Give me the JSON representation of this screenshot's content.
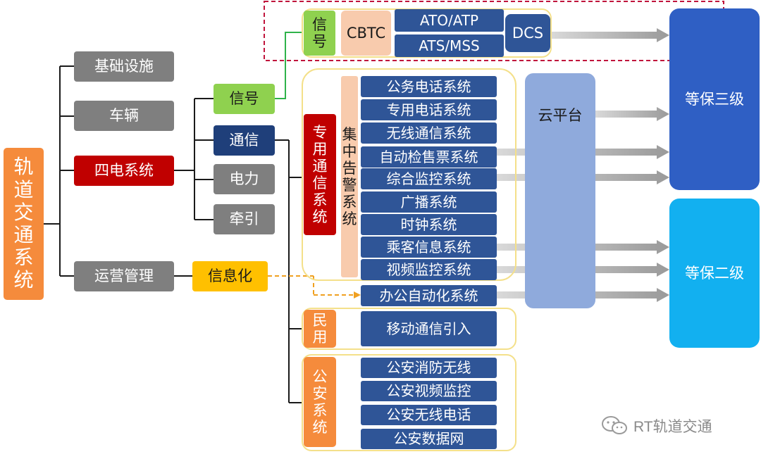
{
  "root": {
    "chars": [
      "轨",
      "道",
      "交",
      "通",
      "系",
      "统"
    ]
  },
  "branches": {
    "infrastructure": "基础设施",
    "vehicle": "车辆",
    "four_electric": "四电系统",
    "operation": "运营管理"
  },
  "four_electric_children": {
    "signal": "信号",
    "communication": "通信",
    "power": "电力",
    "traction": "牵引"
  },
  "informatization": "信息化",
  "signal_system": {
    "label_chars": [
      "信",
      "号"
    ],
    "cbtc": "CBTC",
    "ato_atp": "ATO/ATP",
    "ats_mss": "ATS/MSS",
    "dcs": "DCS"
  },
  "dedicated_comm": {
    "label_chars": [
      "专",
      "用",
      "通",
      "信",
      "系",
      "统"
    ],
    "alarm_chars": [
      "集",
      "中",
      "告",
      "警",
      "系",
      "统"
    ],
    "systems": [
      "公务电话系统",
      "专用电话系统",
      "无线通信系统",
      "自动检售票系统",
      "综合监控系统",
      "广播系统",
      "时钟系统",
      "乘客信息系统",
      "视频监控系统"
    ]
  },
  "office_automation": "办公自动化系统",
  "civil": {
    "label_chars": [
      "民",
      "用"
    ],
    "item": "移动通信引入"
  },
  "police": {
    "label_chars": [
      "公",
      "安",
      "系",
      "统"
    ],
    "items": [
      "公安消防无线",
      "公安视频监控",
      "公安无线电话",
      "公安数据网"
    ]
  },
  "cloud_platform": "云平台",
  "security_levels": {
    "level3": "等保三级",
    "level2": "等保二级"
  },
  "watermark": "RT轨道交通",
  "colors": {
    "root_orange": "#f58b3c",
    "grey": "#7f7f7f",
    "red": "#c00000",
    "green": "#8fd14f",
    "navy": "#1f3f7a",
    "system_blue": "#2f5597",
    "gold": "#ffc000",
    "cloud_blue": "#8faadc",
    "level3_blue": "#2f5fc4",
    "level2_cyan": "#12b0f0",
    "dashed_red": "#c0143c",
    "arrow_grey": "#a6a6a6"
  }
}
